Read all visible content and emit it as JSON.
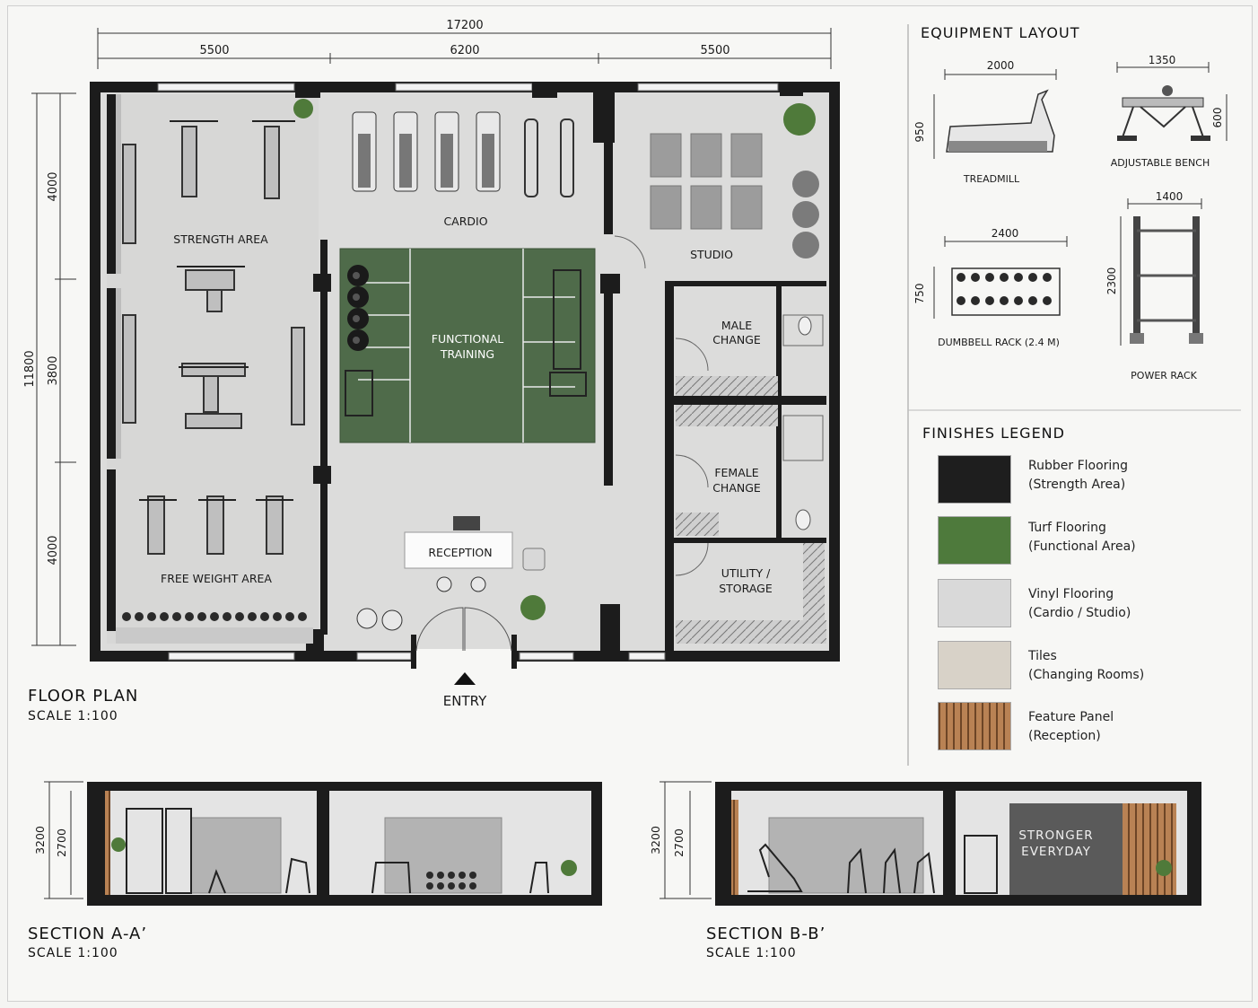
{
  "floor_plan": {
    "title": "FLOOR PLAN",
    "scale": "SCALE 1:100",
    "dims_top": {
      "overall": "17200",
      "left": "5500",
      "middle": "6200",
      "right": "5500"
    },
    "dims_left": {
      "overall": "11800",
      "top": "4000",
      "middle": "3800",
      "bottom": "4000"
    },
    "rooms": {
      "strength": "STRENGTH AREA",
      "cardio": "CARDIO",
      "studio": "STUDIO",
      "functional_1": "FUNCTIONAL",
      "functional_2": "TRAINING",
      "male_1": "MALE",
      "male_2": "CHANGE",
      "female_1": "FEMALE",
      "female_2": "CHANGE",
      "utility_1": "UTILITY /",
      "utility_2": "STORAGE",
      "reception": "RECEPTION",
      "free_weight": "FREE WEIGHT AREA"
    },
    "entry": "ENTRY"
  },
  "equipment_layout": {
    "title": "EQUIPMENT LAYOUT",
    "items": [
      {
        "name": "TREADMILL",
        "width": "2000",
        "height": "950"
      },
      {
        "name": "ADJUSTABLE BENCH",
        "width": "1350",
        "height": "600"
      },
      {
        "name": "DUMBBELL RACK (2.4 M)",
        "width": "2400",
        "height": "750"
      },
      {
        "name": "POWER RACK",
        "width": "1400",
        "height": "2300"
      }
    ]
  },
  "finishes_legend": {
    "title": "FINISHES LEGEND",
    "items": [
      {
        "line1": "Rubber Flooring",
        "line2": "(Strength Area)",
        "color": "#1e1e1e"
      },
      {
        "line1": "Turf Flooring",
        "line2": "(Functional Area)",
        "color": "#4e7a3c"
      },
      {
        "line1": "Vinyl Flooring",
        "line2": "(Cardio / Studio)",
        "color": "#d9d9d9"
      },
      {
        "line1": "Tiles",
        "line2": "(Changing Rooms)",
        "color": "#d8d2c8"
      },
      {
        "line1": "Feature Panel",
        "line2": "(Reception)",
        "color": "#8b5a35"
      }
    ]
  },
  "section_a": {
    "title": "SECTION A-A’",
    "scale": "SCALE 1:100",
    "dim_outer": "3200",
    "dim_inner": "2700"
  },
  "section_b": {
    "title": "SECTION B-B’",
    "scale": "SCALE 1:100",
    "dim_outer": "3200",
    "dim_inner": "2700",
    "slogan_1": "STRONGER",
    "slogan_2": "EVERYDAY"
  },
  "colors": {
    "wall": "#1c1c1c",
    "floor": "#dcdcdc",
    "turf": "#4f6b4a",
    "wood": "#9b6a40"
  }
}
